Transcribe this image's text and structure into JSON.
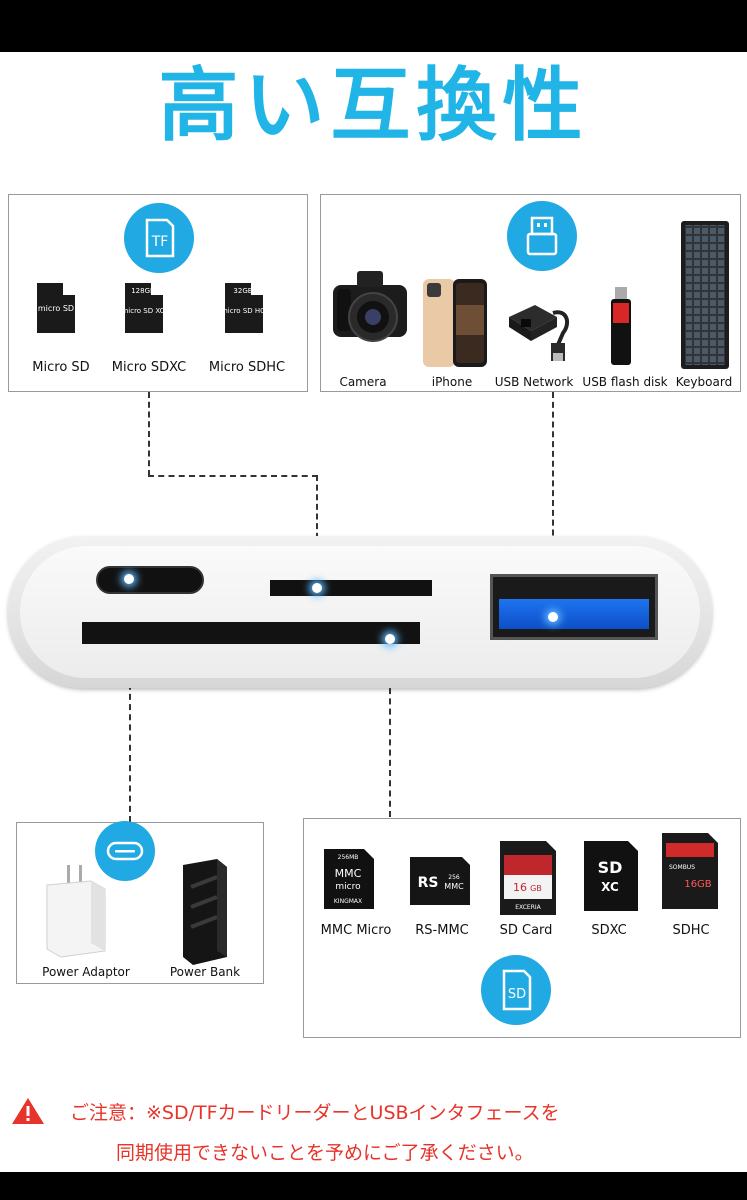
{
  "title": "高い互換性",
  "tf_section": {
    "badge": "TF",
    "items": [
      {
        "label": "Micro SD"
      },
      {
        "label": "Micro SDXC"
      },
      {
        "label": "Micro SDHC"
      }
    ]
  },
  "usb_section": {
    "items": [
      {
        "label": "Camera"
      },
      {
        "label": "iPhone"
      },
      {
        "label": "USB Network"
      },
      {
        "label": "USB flash disk"
      },
      {
        "label": "Keyboard"
      }
    ]
  },
  "power_section": {
    "items": [
      {
        "label": "Power Adaptor"
      },
      {
        "label": "Power Bank"
      }
    ]
  },
  "sd_section": {
    "badge": "SD",
    "items": [
      {
        "label": "MMC Micro"
      },
      {
        "label": "RS-MMC"
      },
      {
        "label": "SD Card"
      },
      {
        "label": "SDXC"
      },
      {
        "label": "SDHC"
      }
    ]
  },
  "card_prints": {
    "micro_sd": "micro SD",
    "micro_sdxc_cap": "128GB",
    "micro_sdxc": "micro SD XC",
    "micro_sdhc_cap": "32GB",
    "micro_sdhc": "micro SD HC",
    "mmc_cap": "256MB",
    "mmc_line1": "MMC",
    "mmc_line2": "micro",
    "mmc_brand": "KINGMAX",
    "rs": "RS",
    "rs_mmc": "MMC",
    "rs_cap": "256",
    "sd_cap": "16",
    "sd_unit": "GB",
    "sd_brand": "EXCERIA",
    "sdxc_logo": "SD",
    "sdxc_sub": "XC",
    "sdhc_brand": "SOMBUS",
    "sdhc_cap": "16GB"
  },
  "note": {
    "line1": "ご注意：※SD/TFカードリーダーとUSBインタフェースを",
    "line2": "同期使用できないことを予めにご了承ください。"
  },
  "colors": {
    "accent": "#21a9e3",
    "title": "#21b4e6",
    "warning": "#e8332a",
    "usb_blue": "#1565e0"
  }
}
